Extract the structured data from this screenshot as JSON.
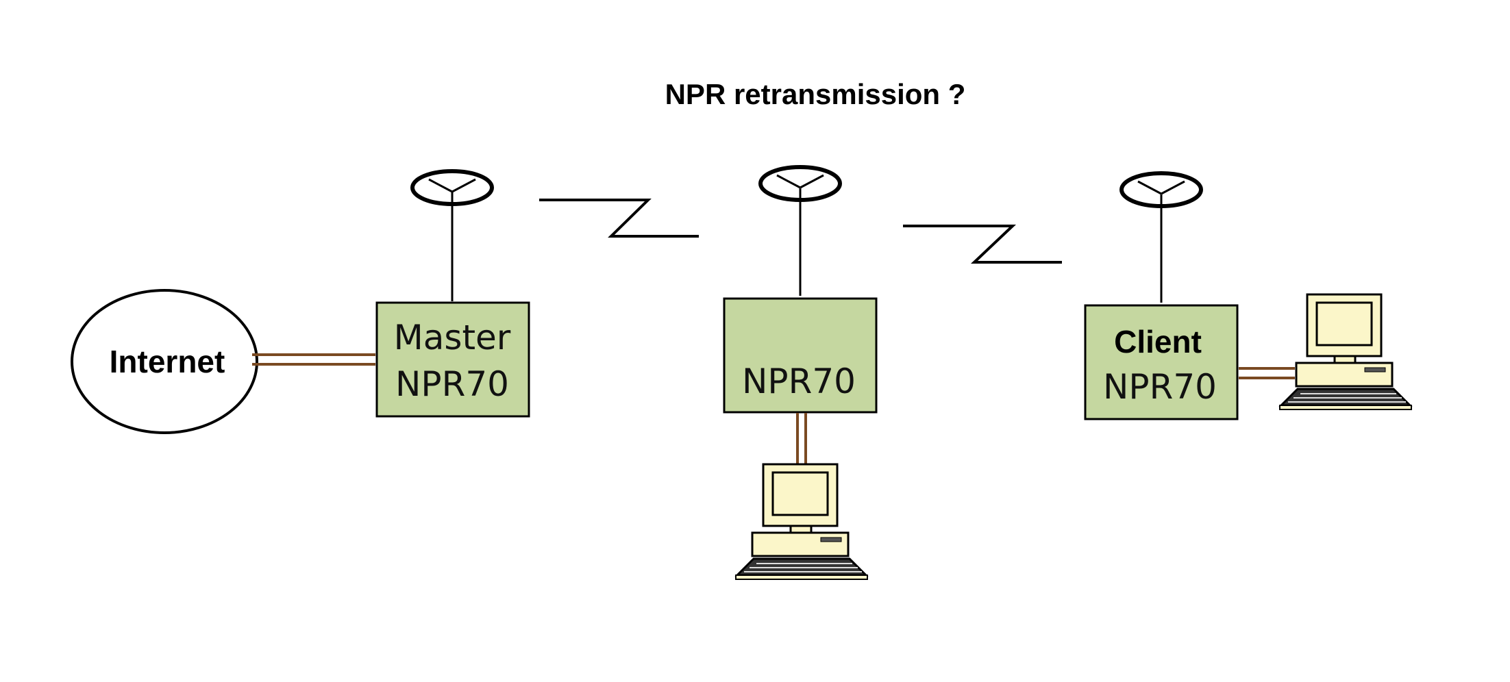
{
  "title": "NPR retransmission ?",
  "internet": {
    "label": "Internet"
  },
  "master": {
    "line1": "Master",
    "line2": "NPR70"
  },
  "relay": {
    "label": "NPR70"
  },
  "client": {
    "line1": "Client",
    "line2": "NPR70"
  },
  "colors": {
    "box_fill": "#c5d7a0",
    "cable": "#7a4a22",
    "computer_fill": "#fbf6c9"
  },
  "icons": [
    "antenna-icon",
    "radio-link-icon",
    "computer-icon",
    "cable-icon"
  ]
}
